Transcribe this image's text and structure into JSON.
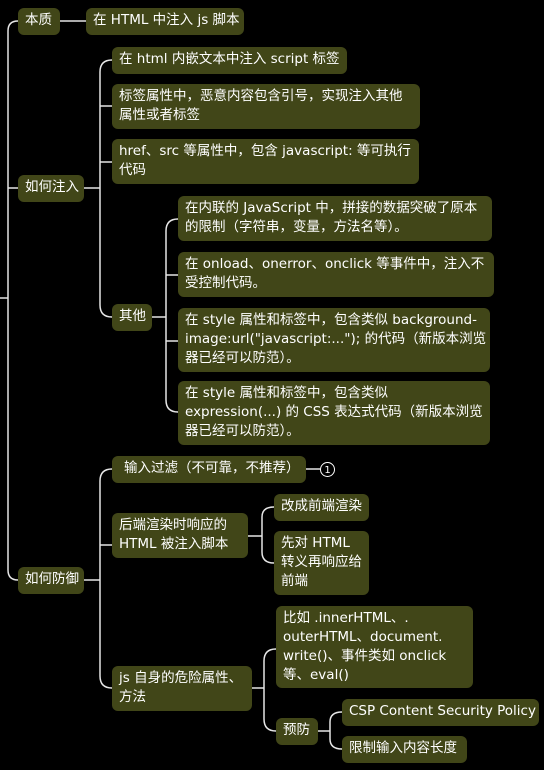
{
  "nodes": {
    "essence": "本质",
    "essence_desc": "在 HTML 中注入 js 脚本",
    "how_inject": "如何注入",
    "inject_1": "在 html 内嵌文本中注入 script 标签",
    "inject_2": [
      "标签属性中，恶意内容包含引号，实现注入其他",
      "属性或者标签"
    ],
    "inject_3": [
      "href、src 等属性中，包含 javascript: 等可执行",
      "代码"
    ],
    "other": "其他",
    "other_1": [
      "在内联的 JavaScript 中，拼接的数据突破了原本",
      "的限制（字符串，变量，方法名等）。"
    ],
    "other_2": [
      "在 onload、onerror、onclick 等事件中，注入不",
      "受控制代码。"
    ],
    "other_3": [
      "在 style 属性和标签中，包含类似 background-",
      "image:url(\"javascript:...\"); 的代码（新版本浏览",
      "器已经可以防范）。"
    ],
    "other_4": [
      "在 style 属性和标签中，包含类似",
      "expression(...) 的 CSS 表达式代码（新版本浏览",
      "器已经可以防范）。"
    ],
    "how_defend": "如何防御",
    "defend_1": "输入过滤（不可靠，不推荐）",
    "defend_1_badge": "1",
    "defend_2": [
      "后端渲染时响应的",
      "HTML 被注入脚本"
    ],
    "defend_2_a": "改成前端渲染",
    "defend_2_b": [
      "先对 HTML",
      "转义再响应给",
      "前端"
    ],
    "defend_3": [
      "js 自身的危险属性、",
      "方法"
    ],
    "defend_3_a": [
      "比如 .innerHTML、.",
      "outerHTML、document.",
      "write()、事件类如 onclick",
      "等、eval()"
    ],
    "prevent": "预防",
    "prevent_1": "CSP Content Security Policy",
    "prevent_2": "限制输入内容长度"
  },
  "colors": {
    "node_bg": "#414618",
    "line": "#e6e6e6",
    "text": "#ffffff"
  }
}
